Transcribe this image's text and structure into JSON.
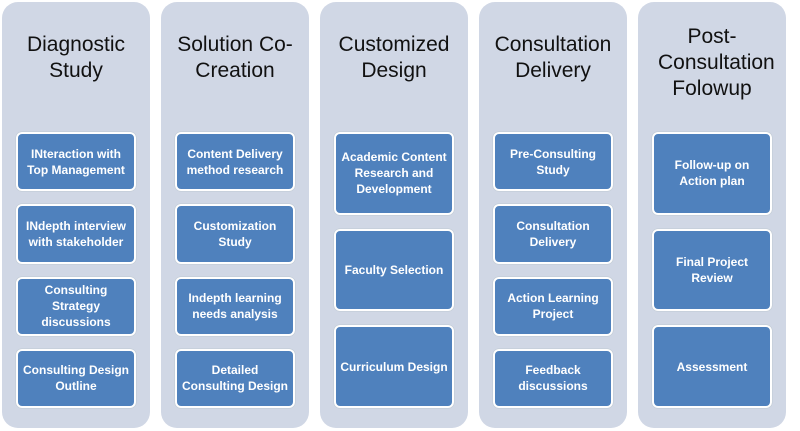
{
  "columns": [
    {
      "title": "Diagnostic Study",
      "items": [
        "INteraction with Top Management",
        "INdepth interview with stakeholder",
        "Consulting Strategy discussions",
        "Consulting Design Outline"
      ]
    },
    {
      "title": "Solution Co-Creation",
      "items": [
        "Content Delivery method research",
        "Customization Study",
        "Indepth learning needs analysis",
        "Detailed Consulting Design"
      ]
    },
    {
      "title": "Customized Design",
      "items": [
        "Academic Content Research and Development",
        "Faculty Selection",
        "Curriculum Design"
      ]
    },
    {
      "title": "Consultation Delivery",
      "items": [
        "Pre-Consulting Study",
        "Consultation Delivery",
        "Action Learning Project",
        "Feedback discussions"
      ]
    },
    {
      "title": "Post-Consultation Folowup",
      "items": [
        "Follow-up on Action plan",
        "Final Project Review",
        "Assessment"
      ]
    }
  ],
  "colors": {
    "column_bg": "#d0d7e5",
    "box": "#4f81bd"
  }
}
